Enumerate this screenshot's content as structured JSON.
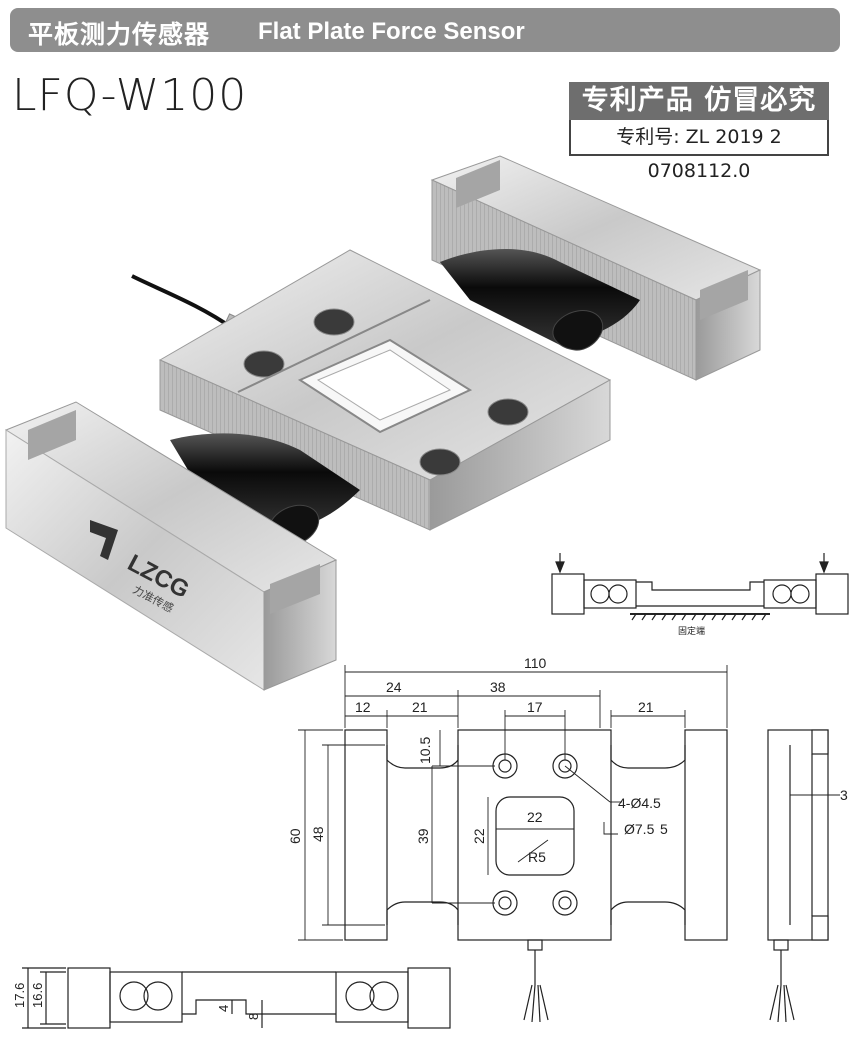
{
  "header": {
    "title_cn": "平板测力传感器",
    "title_en": "Flat Plate Force Sensor"
  },
  "model": "LFQ-W100",
  "patent": {
    "title": "专利产品 仿冒必究",
    "number": "专利号: ZL 2019 2 0708112.0"
  },
  "logo": {
    "text": "LZCG",
    "sub": "力准传感"
  },
  "mount_diagram": {
    "label": "固定端"
  },
  "dimensions": {
    "overall_width": "110",
    "d12": "12",
    "d24": "24",
    "d38": "38",
    "d21_left": "21",
    "d17": "17",
    "d21_right": "21",
    "d10_5": "10.5",
    "d60": "60",
    "d48": "48",
    "d39": "39",
    "d22_h": "22",
    "d22_v": "22",
    "r5": "R5",
    "holes": "4-Ø4.5",
    "counterbore": "Ø7.5",
    "counterbore_depth": "5",
    "d3": "3",
    "d17_6": "17.6",
    "d16_6": "16.6",
    "d4": "4",
    "d8": "8"
  }
}
